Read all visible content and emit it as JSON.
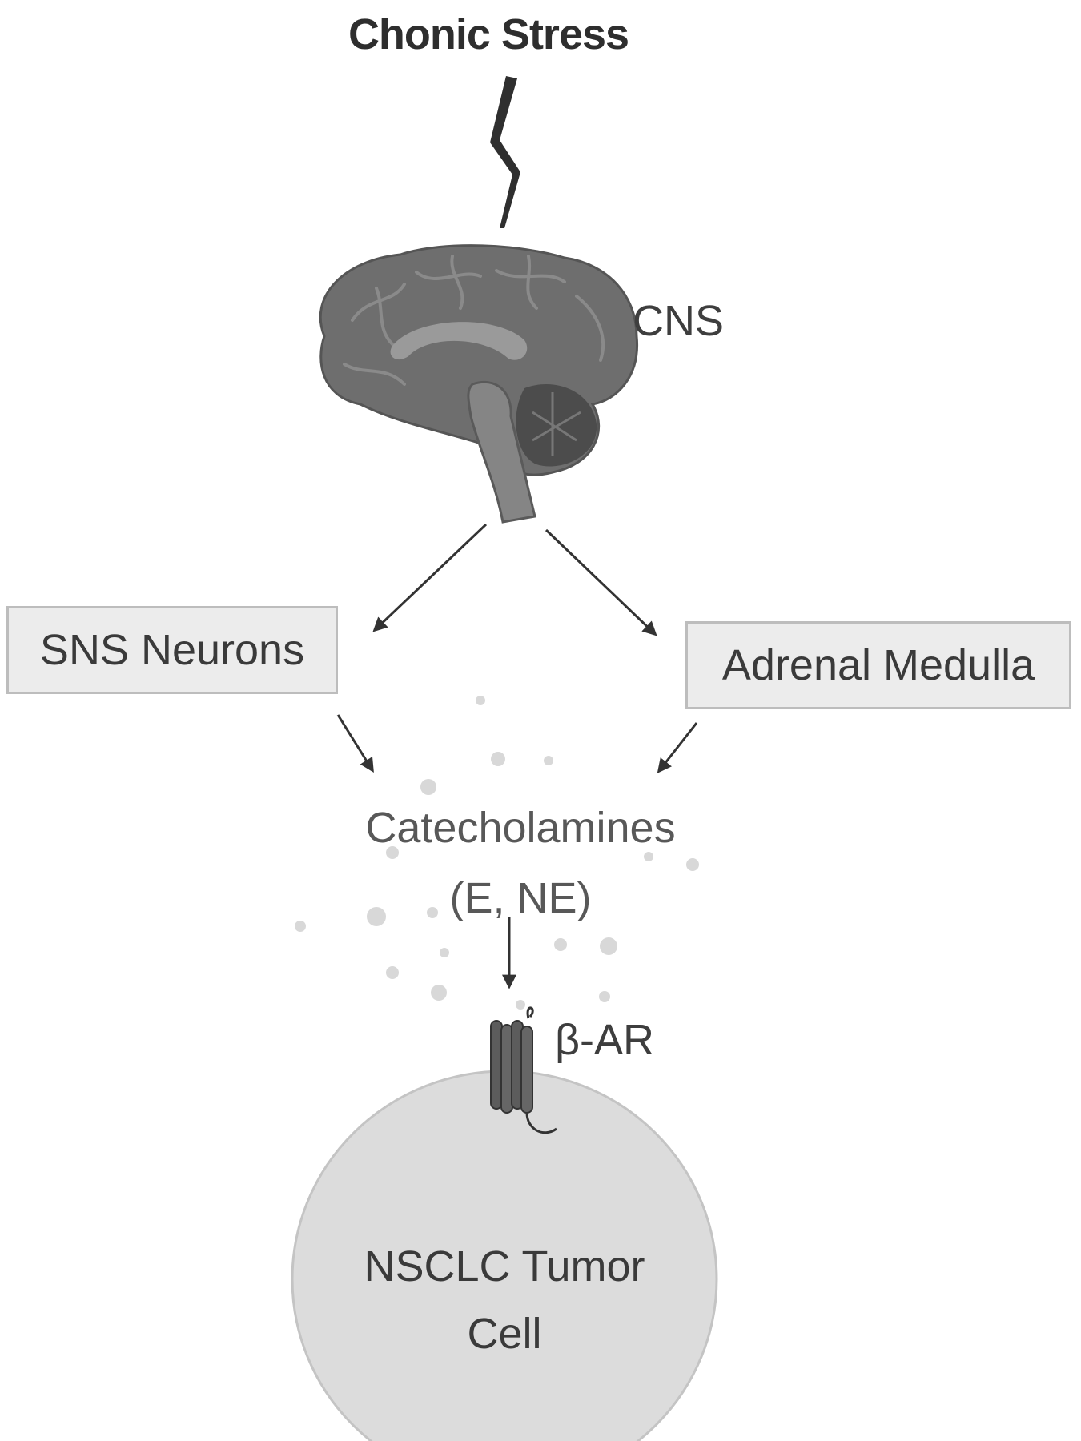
{
  "diagram": {
    "title": "Chonic Stress",
    "cns_label": "CNS",
    "sns_label": "SNS Neurons",
    "adrenal_label": "Adrenal Medulla",
    "catecholamines_label": "Catecholamines",
    "catecholamines_sub": "(E, NE)",
    "receptor_label": "β-AR",
    "cell_line1": "NSCLC Tumor",
    "cell_line2": "Cell"
  },
  "icons": [
    "lightning-bolt-icon",
    "brain-icon",
    "receptor-icon",
    "tumor-cell-icon"
  ],
  "colors": {
    "brain": "#6e6e6e",
    "cell_fill": "#dcdcdc",
    "box_fill": "#ececec",
    "arrow": "#333333"
  }
}
